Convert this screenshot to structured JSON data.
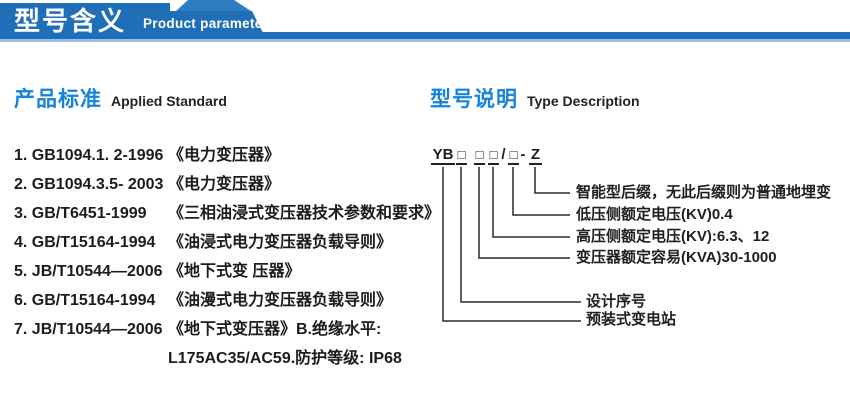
{
  "header": {
    "title": "型号含义",
    "subtitle": "Product parameters",
    "banner_color": "#1f6eb8",
    "banner_top_piece_color": "#2e7dc0",
    "banner_underline_color": "#9dbfe2"
  },
  "left_section": {
    "heading_cn": "产品标准",
    "heading_en": "Applied Standard",
    "items": [
      {
        "code": "1. GB1094.1. 2-1996",
        "title": "《电力变压器》"
      },
      {
        "code": "2. GB1094.3.5- 2003",
        "title": "《电力变压器》"
      },
      {
        "code": "3. GB/T6451-1999",
        "title": "《三相油浸式变压器技术参数和要求》"
      },
      {
        "code": "4. GB/T15164-1994",
        "title": "《油浸式电力变压器负载导则》"
      },
      {
        "code": "5. JB/T10544—2006",
        "title": "《地下式变 压器》"
      },
      {
        "code": "6. GB/T15164-1994",
        "title": "《油漫式电力变压器负载导则》"
      },
      {
        "code": "7. JB/T10544—2006",
        "title": "《地下式变压器》B.绝缘水平:"
      },
      {
        "code": "",
        "title": "L175AC35/AC59.防护等级: IP68"
      }
    ]
  },
  "right_section": {
    "heading_cn": "型号说明",
    "heading_en": "Type Description",
    "model_code": {
      "prefix": "YB",
      "box": "□",
      "slash": "/",
      "dash": "-",
      "suffix": "Z"
    },
    "labels": [
      "智能型后缀，无此后缀则为普通地埋变",
      "低压侧额定电压(KV)0.4",
      "高压侧额定电压(KV):6.3、12",
      "变压器额定容易(KVA)30-1000",
      "设计序号",
      "预装式变电站"
    ]
  }
}
